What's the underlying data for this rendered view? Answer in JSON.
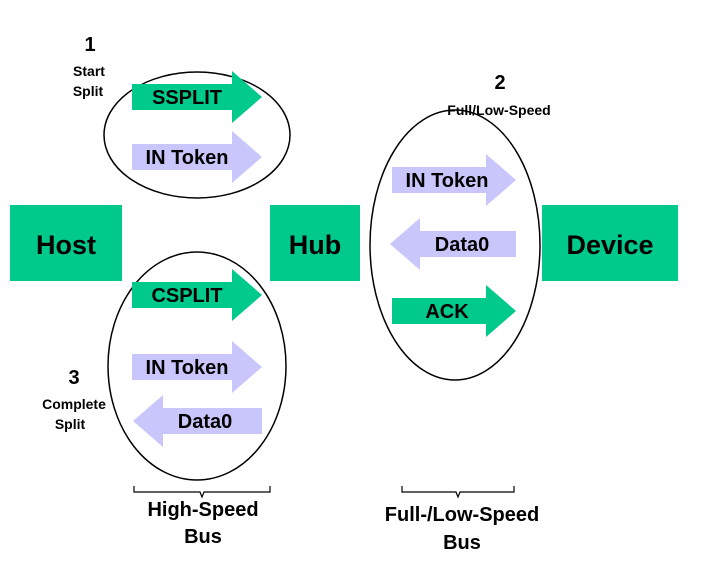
{
  "colors": {
    "green": "#00c98c",
    "lavender": "#c9c6fb",
    "line": "#000000",
    "background": "#ffffff"
  },
  "boxes": {
    "host": "Host",
    "hub": "Hub",
    "device": "Device"
  },
  "steps": {
    "start_split": {
      "number": "1",
      "caption_line1": "Start",
      "caption_line2": "Split"
    },
    "full_low_speed": {
      "number": "2",
      "caption": "Full/Low-Speed"
    },
    "complete_split": {
      "number": "3",
      "caption_line1": "Complete",
      "caption_line2": "Split"
    }
  },
  "arrows": {
    "ssplit": {
      "label": "SSPLIT",
      "direction": "right",
      "color": "green"
    },
    "in_token_start": {
      "label": "IN Token",
      "direction": "right",
      "color": "lavender"
    },
    "csplit": {
      "label": "CSPLIT",
      "direction": "right",
      "color": "green"
    },
    "in_token_complete": {
      "label": "IN Token",
      "direction": "right",
      "color": "lavender"
    },
    "data0_complete": {
      "label": "Data0",
      "direction": "left",
      "color": "lavender"
    },
    "in_token_fs": {
      "label": "IN Token",
      "direction": "right",
      "color": "lavender"
    },
    "data0_fs": {
      "label": "Data0",
      "direction": "left",
      "color": "lavender"
    },
    "ack_fs": {
      "label": "ACK",
      "direction": "right",
      "color": "green"
    }
  },
  "buses": {
    "high_speed": {
      "line1": "High-Speed",
      "line2": "Bus"
    },
    "full_low_speed": {
      "line1": "Full-/Low-Speed",
      "line2": "Bus"
    }
  }
}
